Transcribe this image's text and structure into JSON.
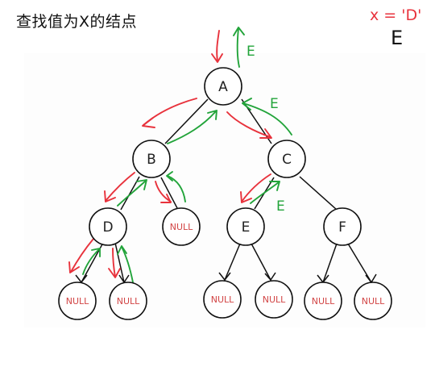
{
  "title": "查找值为X的结点",
  "search_value_label": "x = 'D'",
  "sketch_letter": "E",
  "nodes": {
    "A": "A",
    "B": "B",
    "C": "C",
    "D": "D",
    "E": "E",
    "F": "F",
    "null": "NULL"
  },
  "annotation_mark": "E",
  "colors": {
    "call_arrow": "#e8323c",
    "return_arrow": "#22a43a",
    "null_text": "#d24545"
  }
}
